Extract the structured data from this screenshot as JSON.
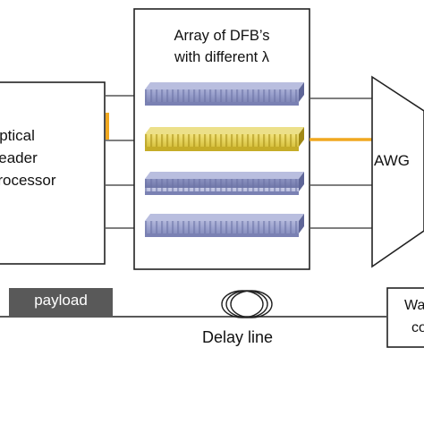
{
  "optical_header_processor": {
    "line1": "Optical",
    "line2": "Header",
    "line3": "Processor"
  },
  "dfb_array": {
    "title_line1": "Array of DFB’s",
    "title_line2": "with different λ",
    "lasers": [
      {
        "state": "inactive",
        "color": "#8f96c4"
      },
      {
        "state": "active",
        "color": "#d4bd3a"
      },
      {
        "state": "inactive",
        "color": "#8f96c4"
      },
      {
        "state": "inactive",
        "color": "#8f96c4"
      }
    ]
  },
  "awg": {
    "label": "AWG"
  },
  "payload": {
    "label": "payload"
  },
  "delay_line": {
    "label": "Delay line"
  },
  "wavelength_converter": {
    "line1": "Wa",
    "line2": "co"
  },
  "colors": {
    "active_signal": "#f0a820",
    "payload_fill": "#595959",
    "line": "#555555"
  }
}
